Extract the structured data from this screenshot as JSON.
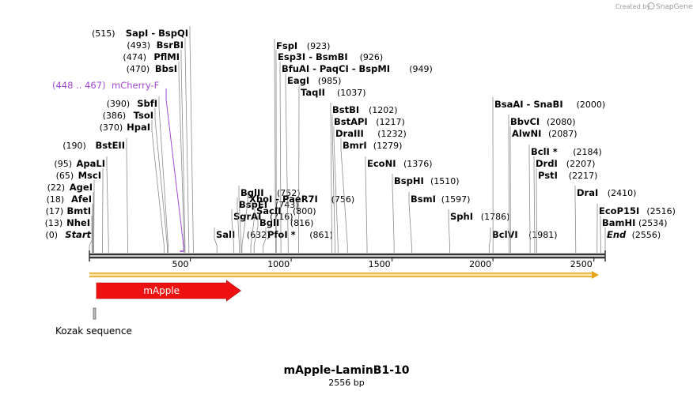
{
  "credit": {
    "prefix": "Created by",
    "brand": "SnapGene"
  },
  "title": "mApple-LaminB1-10",
  "subtitle": "2556 bp",
  "sequence_length": 2556,
  "axis_ticks": [
    500,
    1000,
    1500,
    2000,
    2500
  ],
  "sites": [
    {
      "name": "Start",
      "pos": 0,
      "label": "(0)",
      "italic": true
    },
    {
      "name": "NheI",
      "pos": 13,
      "label": "(13)"
    },
    {
      "name": "BmtI",
      "pos": 17,
      "label": "(17)"
    },
    {
      "name": "AfeI",
      "pos": 18,
      "label": "(18)"
    },
    {
      "name": "AgeI",
      "pos": 22,
      "label": "(22)"
    },
    {
      "name": "MscI",
      "pos": 65,
      "label": "(65)"
    },
    {
      "name": "ApaLI",
      "pos": 95,
      "label": "(95)"
    },
    {
      "name": "BstEII",
      "pos": 190,
      "label": "(190)"
    },
    {
      "name": "HpaI",
      "pos": 370,
      "label": "(370)"
    },
    {
      "name": "TsoI",
      "pos": 386,
      "label": "(386)"
    },
    {
      "name": "SbfI",
      "pos": 390,
      "label": "(390)"
    },
    {
      "name": "BbsI",
      "pos": 470,
      "label": "(470)"
    },
    {
      "name": "PflMI",
      "pos": 474,
      "label": "(474)"
    },
    {
      "name": "BsrBI",
      "pos": 493,
      "label": "(493)"
    },
    {
      "name": "SapI - BspQI",
      "pos": 515,
      "label": "(515)"
    },
    {
      "name": "SalI",
      "pos": 632,
      "label": "(632)"
    },
    {
      "name": "SgrAI",
      "pos": 716,
      "label": "(716)"
    },
    {
      "name": "BspEI",
      "pos": 743,
      "label": "(743)"
    },
    {
      "name": "BglII",
      "pos": 752,
      "label": "(752)"
    },
    {
      "name": "FspI",
      "pos": 923,
      "label": "(923)"
    },
    {
      "name": "Esp3I - BsmBI",
      "pos": 926,
      "label": "(926)"
    },
    {
      "name": "BfuAI - PaqCI - BspMI",
      "pos": 949,
      "label": "(949)"
    },
    {
      "name": "EagI",
      "pos": 985,
      "label": "(985)"
    },
    {
      "name": "TaqII",
      "pos": 1037,
      "label": "(1037)"
    },
    {
      "name": "XhoI - PaeR7I",
      "pos": 756,
      "label": "(756)"
    },
    {
      "name": "SacII",
      "pos": 800,
      "label": "(800)"
    },
    {
      "name": "BglI",
      "pos": 816,
      "label": "(816)"
    },
    {
      "name": "PfoI *",
      "pos": 861,
      "label": "(861)"
    },
    {
      "name": "BstBI",
      "pos": 1202,
      "label": "(1202)"
    },
    {
      "name": "BstAPI",
      "pos": 1217,
      "label": "(1217)"
    },
    {
      "name": "DraIII",
      "pos": 1232,
      "label": "(1232)"
    },
    {
      "name": "BmrI",
      "pos": 1279,
      "label": "(1279)"
    },
    {
      "name": "EcoNI",
      "pos": 1376,
      "label": "(1376)"
    },
    {
      "name": "BspHI",
      "pos": 1510,
      "label": "(1510)"
    },
    {
      "name": "BsmI",
      "pos": 1597,
      "label": "(1597)"
    },
    {
      "name": "SphI",
      "pos": 1786,
      "label": "(1786)"
    },
    {
      "name": "BclVI",
      "pos": 1981,
      "label": "(1981)"
    },
    {
      "name": "BsaAI - SnaBI",
      "pos": 2000,
      "label": "(2000)"
    },
    {
      "name": "BbvCI",
      "pos": 2080,
      "label": "(2080)"
    },
    {
      "name": "AlwNI",
      "pos": 2087,
      "label": "(2087)"
    },
    {
      "name": "BclI *",
      "pos": 2184,
      "label": "(2184)"
    },
    {
      "name": "DrdI",
      "pos": 2207,
      "label": "(2207)"
    },
    {
      "name": "PstI",
      "pos": 2217,
      "label": "(2217)"
    },
    {
      "name": "DraI",
      "pos": 2410,
      "label": "(2410)"
    },
    {
      "name": "EcoP15I",
      "pos": 2516,
      "label": "(2516)"
    },
    {
      "name": "BamHI",
      "pos": 2534,
      "label": "(2534)"
    },
    {
      "name": "End",
      "pos": 2556,
      "label": "(2556)",
      "italic": true
    }
  ],
  "primer": {
    "name": "mCherry-F",
    "range": "(448 .. 467)",
    "start": 448,
    "end": 467,
    "color": "#a24ad4"
  },
  "features": [
    {
      "name": "mApple",
      "start": 35,
      "end": 750,
      "color": "#ee1111",
      "text_color": "#ffffff"
    }
  ],
  "kozak": {
    "label": "Kozak sequence",
    "start": 26,
    "end": 35
  },
  "colors": {
    "backbone": "#333333",
    "orf": "#e8a317",
    "site_line": "#8a8a8a"
  }
}
